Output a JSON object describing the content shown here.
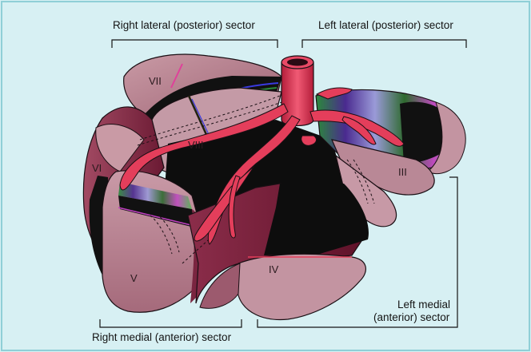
{
  "colors": {
    "background": "#d7f0f3",
    "frame": "#8fcfd7",
    "liver_light": "#c08f9a",
    "liver_mid": "#a3667a",
    "liver_dark": "#6e1d36",
    "vessel": "#e43e5b",
    "vessel_dark": "#9e1a33",
    "outline": "#1a0f14"
  },
  "labels": {
    "right_lateral": "Right lateral (posterior) sector",
    "left_lateral": "Left lateral (posterior) sector",
    "right_medial": "Right medial (anterior) sector",
    "left_medial_line1": "Left medial",
    "left_medial_line2": "(anterior) sector"
  },
  "segments": {
    "vii": "VII",
    "viii": "VIII",
    "vi": "VI",
    "v": "V",
    "iv": "IV",
    "iii": "III"
  }
}
